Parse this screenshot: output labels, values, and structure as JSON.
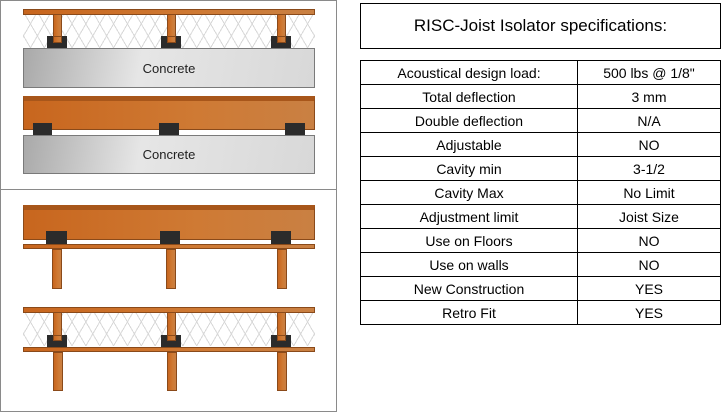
{
  "diagram": {
    "labels": [
      "Concrete",
      "Concrete"
    ]
  },
  "specs": {
    "title": "RISC-Joist Isolator specifications:",
    "rows": [
      [
        "Acoustical design load:",
        "500 lbs @ 1/8\""
      ],
      [
        "Total deflection",
        "3 mm"
      ],
      [
        "Double deflection",
        "N/A"
      ],
      [
        "Adjustable",
        "NO"
      ],
      [
        "Cavity min",
        "3-1/2"
      ],
      [
        "Cavity Max",
        "No Limit"
      ],
      [
        "Adjustment limit",
        "Joist Size"
      ],
      [
        "Use on Floors",
        "NO"
      ],
      [
        "Use on walls",
        "NO"
      ],
      [
        "New Construction",
        "YES"
      ],
      [
        "Retro Fit",
        "YES"
      ]
    ]
  }
}
